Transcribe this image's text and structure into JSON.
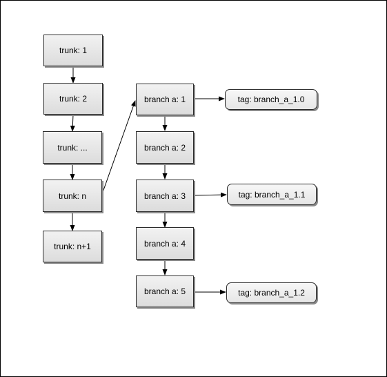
{
  "nodes": {
    "trunk_1": "trunk: 1",
    "trunk_2": "trunk: 2",
    "trunk_dots": "trunk: ...",
    "trunk_n": "trunk: n",
    "trunk_n1": "trunk: n+1",
    "branch_a_1": "branch a: 1",
    "branch_a_2": "branch a: 2",
    "branch_a_3": "branch a: 3",
    "branch_a_4": "branch a: 4",
    "branch_a_5": "branch a: 5",
    "tag_1_0": "tag: branch_a_1.0",
    "tag_1_1": "tag: branch_a_1.1",
    "tag_1_2": "tag: branch_a_1.2"
  }
}
